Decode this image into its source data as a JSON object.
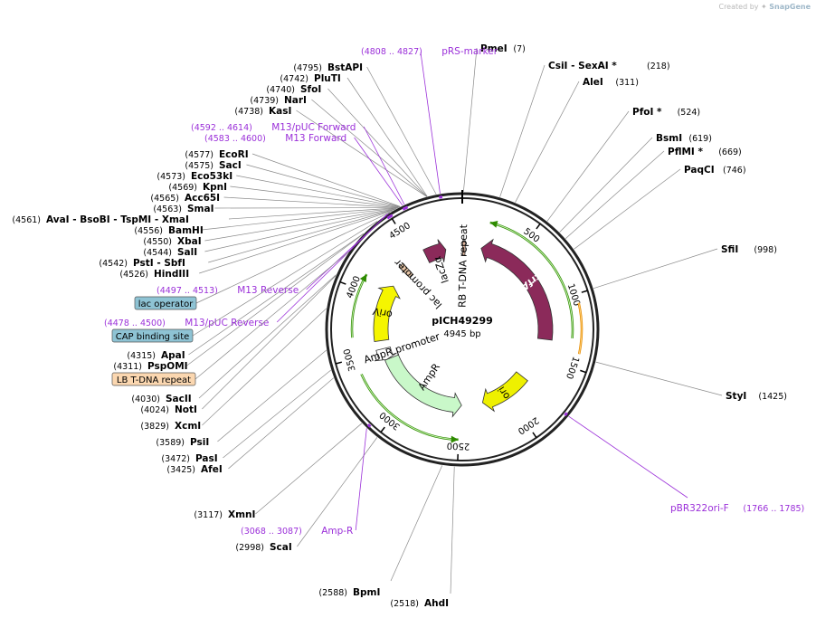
{
  "watermark": {
    "prefix": "Created by",
    "brand": "SnapGene"
  },
  "plasmid": {
    "name": "pICH49299",
    "length": 4945,
    "length_label": "4945 bp"
  },
  "ruler": [
    {
      "pos": 500,
      "label": "500"
    },
    {
      "pos": 1000,
      "label": "1000"
    },
    {
      "pos": 1500,
      "label": "1500"
    },
    {
      "pos": 2000,
      "label": "2000"
    },
    {
      "pos": 2500,
      "label": "2500"
    },
    {
      "pos": 3000,
      "label": "3000"
    },
    {
      "pos": 3500,
      "label": "3500"
    },
    {
      "pos": 4000,
      "label": "4000"
    },
    {
      "pos": 4500,
      "label": "4500"
    }
  ],
  "enzymes": [
    {
      "name": "PmeI",
      "pos": 7,
      "pos_label": "(7)"
    },
    {
      "name": "CsiI  - SexAI *",
      "pos": 218,
      "pos_label": "(218)"
    },
    {
      "name": "AleI",
      "pos": 311,
      "pos_label": "(311)"
    },
    {
      "name": "PfoI *",
      "pos": 524,
      "pos_label": "(524)"
    },
    {
      "name": "BsmI",
      "pos": 619,
      "pos_label": "(619)"
    },
    {
      "name": "PflMI *",
      "pos": 669,
      "pos_label": "(669)"
    },
    {
      "name": "PaqCI",
      "pos": 746,
      "pos_label": "(746)"
    },
    {
      "name": "SfiI",
      "pos": 998,
      "pos_label": "(998)"
    },
    {
      "name": "StyI",
      "pos": 1425,
      "pos_label": "(1425)"
    },
    {
      "name": "AhdI",
      "pos": 2518,
      "pos_label": "(2518)"
    },
    {
      "name": "BpmI",
      "pos": 2588,
      "pos_label": "(2588)"
    },
    {
      "name": "ScaI",
      "pos": 2998,
      "pos_label": "(2998)"
    },
    {
      "name": "XmnI",
      "pos": 3117,
      "pos_label": "(3117)"
    },
    {
      "name": "AfeI",
      "pos": 3425,
      "pos_label": "(3425)"
    },
    {
      "name": "PasI",
      "pos": 3472,
      "pos_label": "(3472)"
    },
    {
      "name": "PsiI",
      "pos": 3589,
      "pos_label": "(3589)"
    },
    {
      "name": "XcmI",
      "pos": 3829,
      "pos_label": "(3829)"
    },
    {
      "name": "NotI",
      "pos": 4024,
      "pos_label": "(4024)"
    },
    {
      "name": "SacII",
      "pos": 4030,
      "pos_label": "(4030)"
    },
    {
      "name": "PspOMI",
      "pos": 4311,
      "pos_label": "(4311)"
    },
    {
      "name": "ApaI",
      "pos": 4315,
      "pos_label": "(4315)"
    },
    {
      "name": "HindIII",
      "pos": 4526,
      "pos_label": "(4526)"
    },
    {
      "name": "PstI  - SbfI",
      "pos": 4542,
      "pos_label": "(4542)"
    },
    {
      "name": "SalI",
      "pos": 4544,
      "pos_label": "(4544)"
    },
    {
      "name": "XbaI",
      "pos": 4550,
      "pos_label": "(4550)"
    },
    {
      "name": "BamHI",
      "pos": 4556,
      "pos_label": "(4556)"
    },
    {
      "name": "AvaI  - BsoBI  - TspMI  - XmaI",
      "pos": 4561,
      "pos_label": "(4561)"
    },
    {
      "name": "SmaI",
      "pos": 4563,
      "pos_label": "(4563)"
    },
    {
      "name": "Acc65I",
      "pos": 4565,
      "pos_label": "(4565)"
    },
    {
      "name": "KpnI",
      "pos": 4569,
      "pos_label": "(4569)"
    },
    {
      "name": "Eco53kI",
      "pos": 4573,
      "pos_label": "(4573)"
    },
    {
      "name": "SacI",
      "pos": 4575,
      "pos_label": "(4575)"
    },
    {
      "name": "EcoRI",
      "pos": 4577,
      "pos_label": "(4577)"
    },
    {
      "name": "KasI",
      "pos": 4738,
      "pos_label": "(4738)"
    },
    {
      "name": "NarI",
      "pos": 4739,
      "pos_label": "(4739)"
    },
    {
      "name": "SfoI",
      "pos": 4740,
      "pos_label": "(4740)"
    },
    {
      "name": "PluTI",
      "pos": 4742,
      "pos_label": "(4742)"
    },
    {
      "name": "BstAPI",
      "pos": 4795,
      "pos_label": "(4795)"
    }
  ],
  "primers": [
    {
      "name": "pRS-marker",
      "range_label": "(4808 .. 4827)",
      "start": 4808,
      "end": 4827
    },
    {
      "name": "M13/pUC Forward",
      "range_label": "(4592 .. 4614)",
      "start": 4592,
      "end": 4614
    },
    {
      "name": "M13 Forward",
      "range_label": "(4583 .. 4600)",
      "start": 4583,
      "end": 4600
    },
    {
      "name": "M13 Reverse",
      "range_label": "(4497 .. 4513)",
      "start": 4497,
      "end": 4513
    },
    {
      "name": "M13/pUC Reverse",
      "range_label": "(4478 .. 4500)",
      "start": 4478,
      "end": 4500
    },
    {
      "name": "Amp-R",
      "range_label": "(3068 .. 3087)",
      "start": 3068,
      "end": 3087
    },
    {
      "name": "pBR322ori-F",
      "range_label": "(1766 .. 1785)",
      "start": 1766,
      "end": 1785
    }
  ],
  "boxed_features": [
    {
      "name": "lac operator",
      "fill": "#8ec3d4",
      "pos": 4510
    },
    {
      "name": "CAP binding site",
      "fill": "#8ec3d4",
      "pos": 4420
    },
    {
      "name": "LB T-DNA repeat",
      "fill": "#fbd7b0",
      "pos": 4180
    }
  ],
  "features": [
    {
      "name": "trfA",
      "start": 180,
      "end": 1330,
      "dir": -1,
      "color": "#8b2a5a",
      "label_color": "#ffffff",
      "label_inside": true
    },
    {
      "name": "RB T-DNA repeat",
      "start": 3,
      "end": 28,
      "dir": 0,
      "color": "#e4b8a0",
      "label_color": "#000000",
      "label_inside": false
    },
    {
      "name": "ori",
      "start": 1760,
      "end": 2260,
      "dir": 1,
      "color": "#eef000",
      "label_color": "#000000",
      "label_inside": true
    },
    {
      "name": "AmpR",
      "start": 2480,
      "end": 3410,
      "dir": -1,
      "color": "#c9f8c9",
      "label_color": "#000000",
      "label_inside": false
    },
    {
      "name": "AmpR promoter",
      "start": 3410,
      "end": 3520,
      "dir": -1,
      "color": "#ffffff",
      "label_color": "#000000",
      "label_inside": false
    },
    {
      "name": "oriV",
      "start": 3600,
      "end": 4150,
      "dir": 1,
      "color": "#f5f500",
      "label_color": "#000000",
      "label_inside": true
    },
    {
      "name": "lac promoter",
      "start": 4320,
      "end": 4370,
      "dir": 0,
      "color": "#e8c7a8",
      "label_color": "#000000",
      "label_inside": false
    },
    {
      "name": "lacZα",
      "start": 4585,
      "end": 4785,
      "dir": 1,
      "color": "#8b2a5a",
      "label_color": "#000000",
      "label_inside": false
    }
  ],
  "orf_arrows": [
    {
      "start": 200,
      "end": 1300,
      "dir": -1
    },
    {
      "start": 2500,
      "end": 3380,
      "dir": -1
    },
    {
      "start": 3650,
      "end": 4120,
      "dir": 1
    }
  ],
  "orange_arc": {
    "start": 1060,
    "end": 1400,
    "dir": 1
  },
  "colors": {
    "enzyme": "#000000",
    "primer": "#9b30d9",
    "backbone": "#222222",
    "orf": "#2e8b00"
  }
}
